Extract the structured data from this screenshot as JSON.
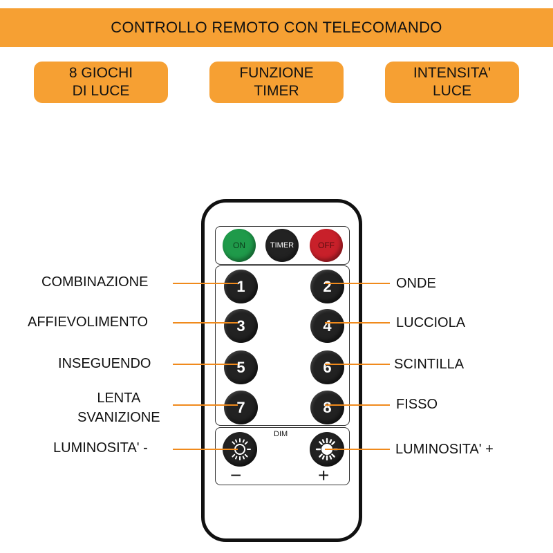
{
  "header": {
    "title": "CONTROLLO REMOTO CON TELECOMANDO"
  },
  "features": [
    {
      "line1": "8 GIOCHI",
      "line2": "DI LUCE"
    },
    {
      "line1": "FUNZIONE",
      "line2": "TIMER"
    },
    {
      "line1": "INTENSITA'",
      "line2": "LUCE"
    }
  ],
  "remote": {
    "on": "ON",
    "timer": "TIMER",
    "off": "OFF",
    "buttons": [
      "1",
      "2",
      "3",
      "4",
      "5",
      "6",
      "7",
      "8"
    ],
    "dim": "DIM",
    "minus": "−",
    "plus": "+"
  },
  "labels": {
    "b1": "COMBINAZIONE",
    "b2": "ONDE",
    "b3": "AFFIEVOLIMENTO",
    "b4": "LUCCIOLA",
    "b5": "INSEGUENDO",
    "b6": "SCINTILLA",
    "b7_line1": "LENTA",
    "b7_line2": "SVANIZIONE",
    "b8": "FISSO",
    "dim_minus": "LUMINOSITA' -",
    "dim_plus": "LUMINOSITA' +"
  },
  "colors": {
    "accent": "#f6a033",
    "leader": "#f08a1c",
    "on": "#1f9a4a",
    "off": "#c8202a",
    "button": "#222222"
  }
}
